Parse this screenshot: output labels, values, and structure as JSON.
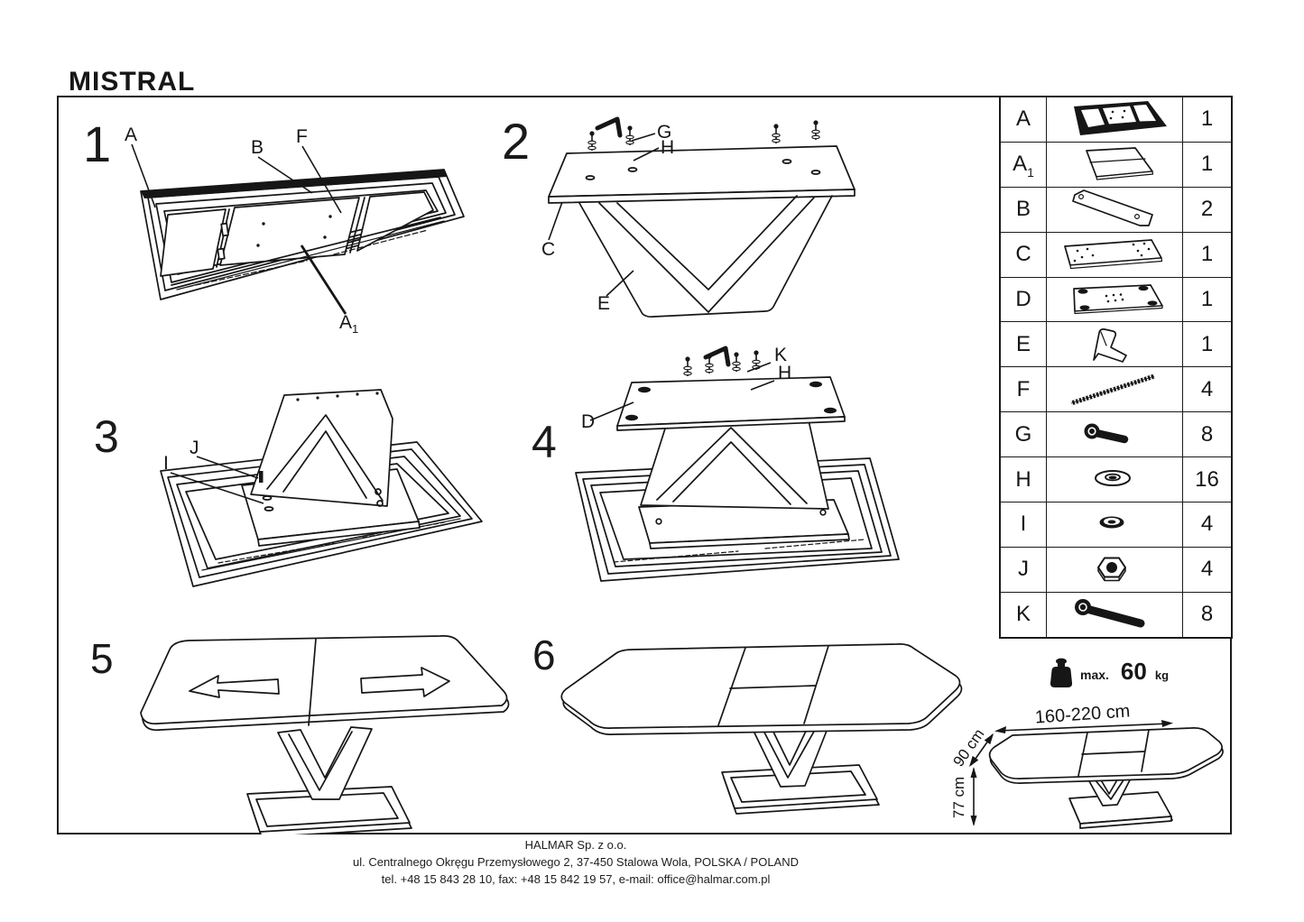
{
  "title": "MISTRAL",
  "diagram": {
    "step1": {
      "number": "1",
      "label_a": "A",
      "label_b": "B",
      "label_f": "F",
      "label_a1_base": "A",
      "label_a1_sub": "1"
    },
    "step2": {
      "number": "2",
      "label_g": "G",
      "label_h": "H",
      "label_c": "C",
      "label_e": "E"
    },
    "step3": {
      "number": "3",
      "label_j": "J",
      "label_i": "I"
    },
    "step4": {
      "number": "4",
      "label_k": "K",
      "label_h": "H",
      "label_d": "D"
    },
    "step5": {
      "number": "5"
    },
    "step6": {
      "number": "6"
    }
  },
  "parts_table": {
    "rows": [
      {
        "label": "A",
        "sub": "",
        "icon": "tabletop-frame-icon",
        "qty": "1"
      },
      {
        "label": "A",
        "sub": "1",
        "icon": "extension-leaf-icon",
        "qty": "1"
      },
      {
        "label": "B",
        "sub": "",
        "icon": "support-beam-icon",
        "qty": "2"
      },
      {
        "label": "C",
        "sub": "",
        "icon": "top-plate-icon",
        "qty": "1"
      },
      {
        "label": "D",
        "sub": "",
        "icon": "base-plate-icon",
        "qty": "1"
      },
      {
        "label": "E",
        "sub": "",
        "icon": "pedestal-leg-icon",
        "qty": "1"
      },
      {
        "label": "F",
        "sub": "",
        "icon": "threaded-rod-icon",
        "qty": "4"
      },
      {
        "label": "G",
        "sub": "",
        "icon": "short-bolt-icon",
        "qty": "8"
      },
      {
        "label": "H",
        "sub": "",
        "icon": "large-washer-icon",
        "qty": "16"
      },
      {
        "label": "I",
        "sub": "",
        "icon": "small-washer-icon",
        "qty": "4"
      },
      {
        "label": "J",
        "sub": "",
        "icon": "hex-nut-icon",
        "qty": "4"
      },
      {
        "label": "K",
        "sub": "",
        "icon": "long-bolt-icon",
        "qty": "8"
      }
    ]
  },
  "load_limit": {
    "prefix": "max.",
    "value": "60",
    "unit": "kg"
  },
  "dimensions": {
    "length": "160-220 cm",
    "depth": "90 cm",
    "height": "77 cm"
  },
  "footer": {
    "company": "HALMAR Sp. z o.o.",
    "address": "ul. Centralnego Okręgu Przemysłowego 2, 37-450 Stalowa Wola, POLSKA / POLAND",
    "contact": "tel. +48 15 843 28 10, fax: +48 15 842 19 57, e-mail: office@halmar.com.pl"
  }
}
